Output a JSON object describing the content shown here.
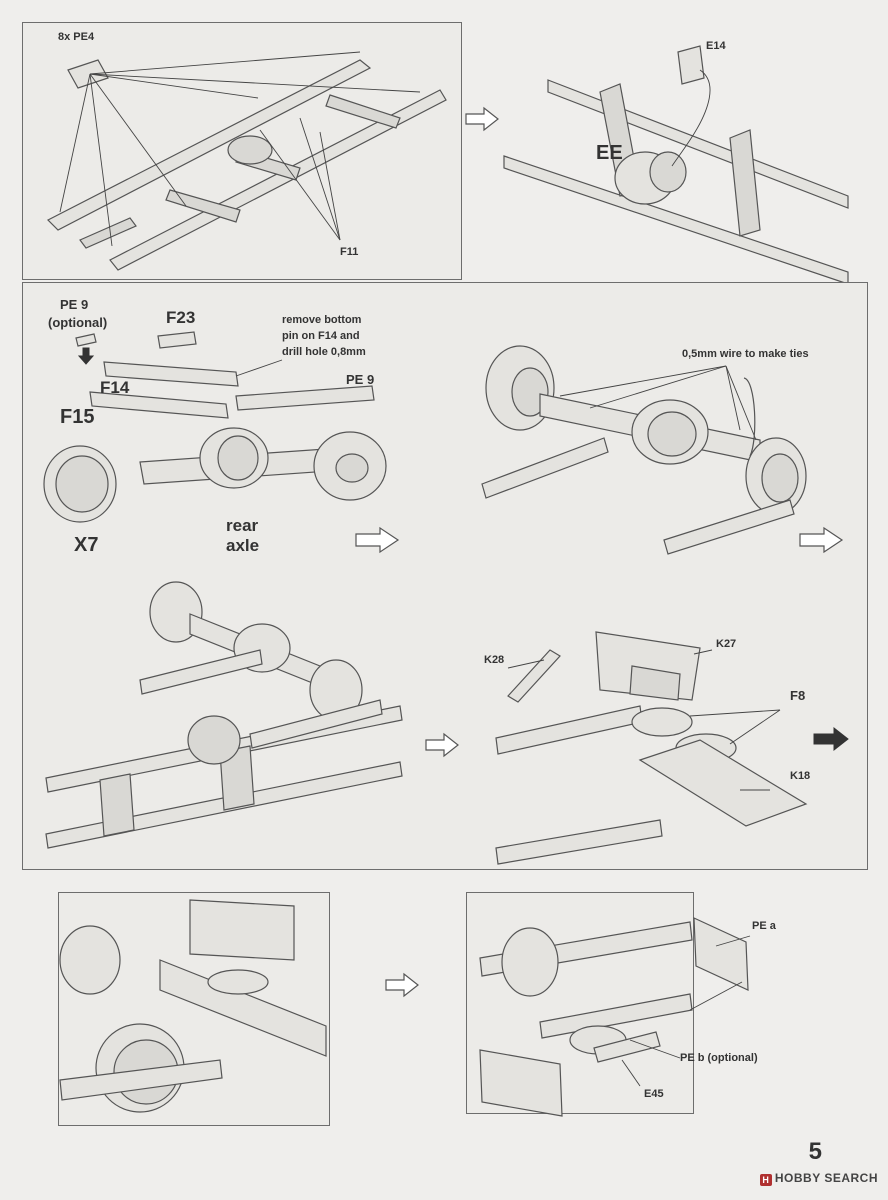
{
  "step1": {
    "frame_label": "8x PE4",
    "f11": "F11"
  },
  "step2": {
    "e14": "E14",
    "ee": "EE"
  },
  "step3": {
    "pe9_optional_line1": "PE 9",
    "pe9_optional_line2": "(optional)",
    "f23": "F23",
    "note_line1": "remove bottom",
    "note_line2": "pin on F14 and",
    "note_line3": "drill hole 0,8mm",
    "pe9": "PE 9",
    "f14": "F14",
    "f15": "F15",
    "x7": "X7",
    "rear_line1": "rear",
    "rear_line2": "axle"
  },
  "step4": {
    "wire_note": "0,5mm wire to make ties"
  },
  "step6": {
    "k28": "K28",
    "k27": "K27",
    "f8": "F8",
    "k18": "K18"
  },
  "step8": {
    "pe_a": "PE a",
    "pe_b": "PE b (optional)",
    "e45": "E45"
  },
  "page_number": "5",
  "watermark": "HOBBY SEARCH",
  "watermark_logo": "H",
  "colors": {
    "paper": "#efeeec",
    "ink": "#333333",
    "part_fill": "#e4e3df"
  }
}
